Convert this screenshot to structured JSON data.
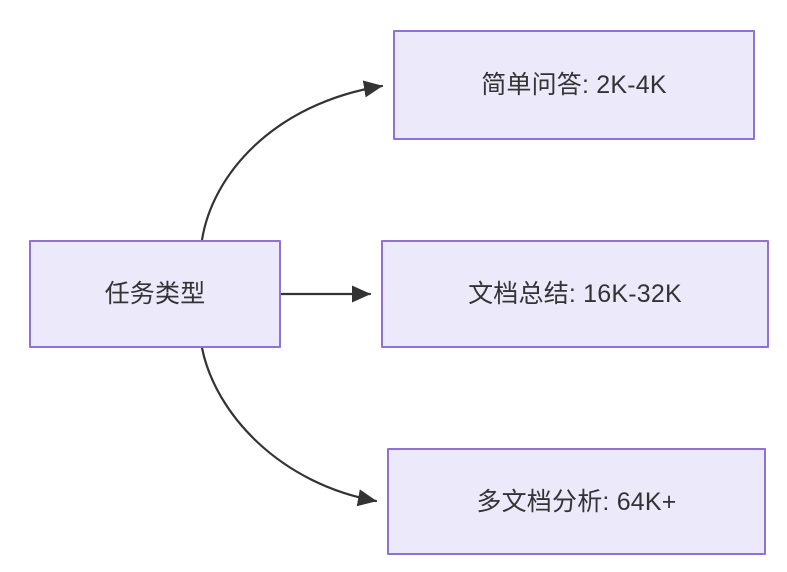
{
  "diagram": {
    "type": "flowchart",
    "direction": "left-to-right",
    "background_color": "#ffffff",
    "node_fill_color": "#ece9fb",
    "node_border_color": "#9072d4",
    "node_text_color": "#333333",
    "edge_color": "#333333",
    "nodes": [
      {
        "id": "source",
        "label": "任务类型",
        "role": "root"
      },
      {
        "id": "qa",
        "label": "简单问答: 2K-4K",
        "role": "leaf"
      },
      {
        "id": "summary",
        "label": "文档总结: 16K-32K",
        "role": "leaf"
      },
      {
        "id": "multidoc",
        "label": "多文档分析: 64K+",
        "role": "leaf"
      }
    ],
    "edges": [
      {
        "id": "edge-source-qa",
        "from": "source",
        "to": "qa",
        "style": "curved",
        "arrowhead": "filled-triangle",
        "label": ""
      },
      {
        "id": "edge-source-summary",
        "from": "source",
        "to": "summary",
        "style": "straight",
        "arrowhead": "filled-triangle",
        "label": ""
      },
      {
        "id": "edge-source-multidoc",
        "from": "source",
        "to": "multidoc",
        "style": "curved",
        "arrowhead": "filled-triangle",
        "label": ""
      }
    ]
  }
}
